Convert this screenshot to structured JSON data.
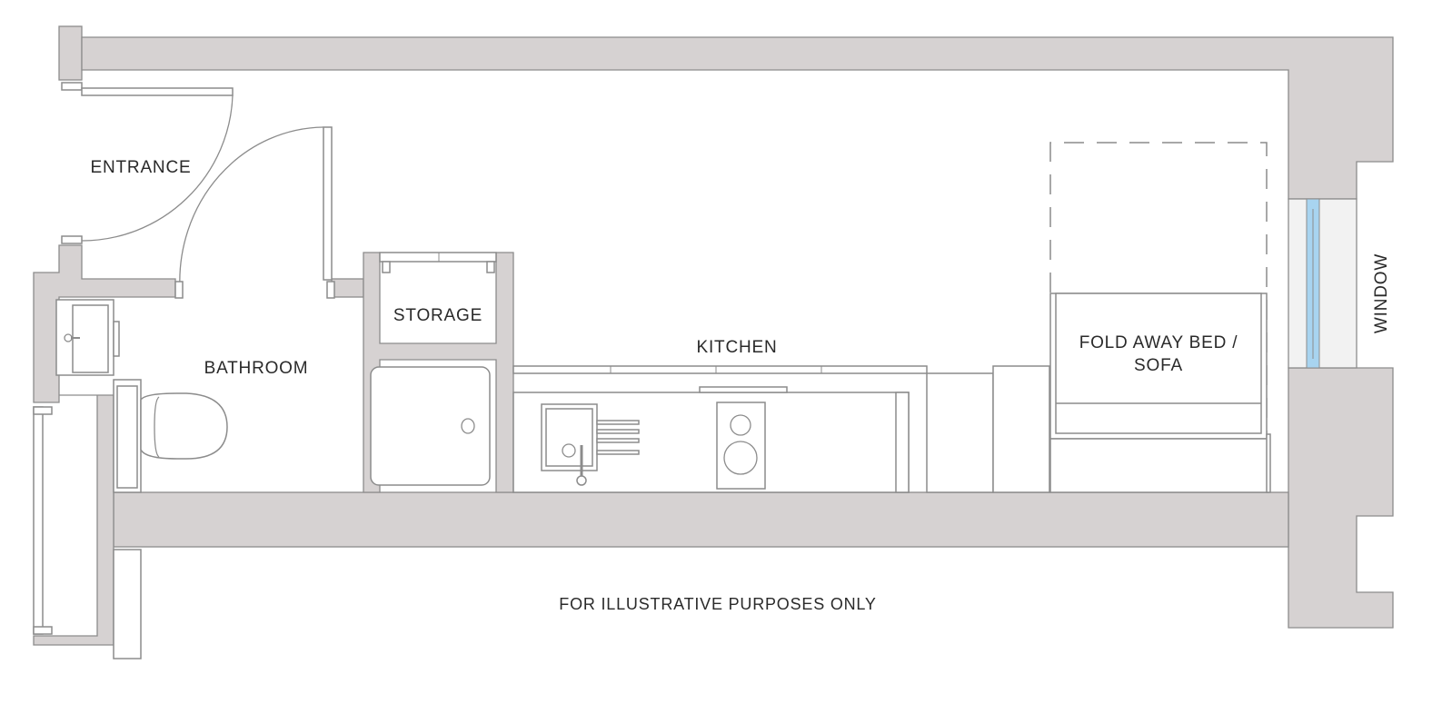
{
  "labels": {
    "entrance": "ENTRANCE",
    "bathroom": "BATHROOM",
    "storage": "STORAGE",
    "kitchen": "KITCHEN",
    "bed_line1": "FOLD AWAY BED /",
    "bed_line2": "SOFA",
    "window": "WINDOW",
    "disclaimer": "FOR ILLUSTRATIVE PURPOSES ONLY"
  },
  "colors": {
    "wall": "#d6d2d2",
    "line": "#8c8c8c",
    "glass": "#a8d4f0"
  }
}
